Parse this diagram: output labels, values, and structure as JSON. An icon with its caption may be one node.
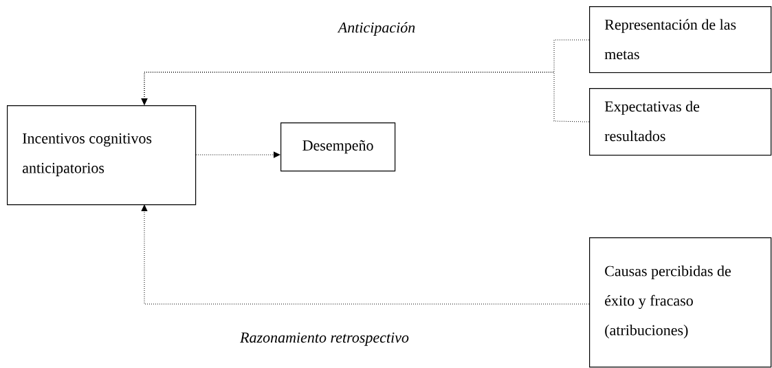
{
  "diagram": {
    "nodes": [
      {
        "text": [
          "Incentivos cognitivos anticipatorios"
        ]
      },
      {
        "text": [
          "Desempeño"
        ]
      },
      {
        "text": [
          "Representación de las metas"
        ]
      },
      {
        "text": [
          "Expectativas de resultados"
        ]
      },
      {
        "text": [
          "Causas percibidas de éxito y fracaso (atribuciones)"
        ]
      }
    ],
    "edges": [
      {
        "from": 2,
        "to": 0,
        "arrow": "to",
        "style": "dashed"
      },
      {
        "from": 3,
        "to": 0,
        "arrow": "to",
        "style": "dashed"
      },
      {
        "from": 0,
        "to": 1,
        "arrow": "to",
        "style": "dashed"
      },
      {
        "from": 4,
        "to": 0,
        "arrow": "to",
        "style": "dashed"
      }
    ],
    "labels": [
      "Anticipación",
      "Razonamiento retrospectivo"
    ]
  }
}
